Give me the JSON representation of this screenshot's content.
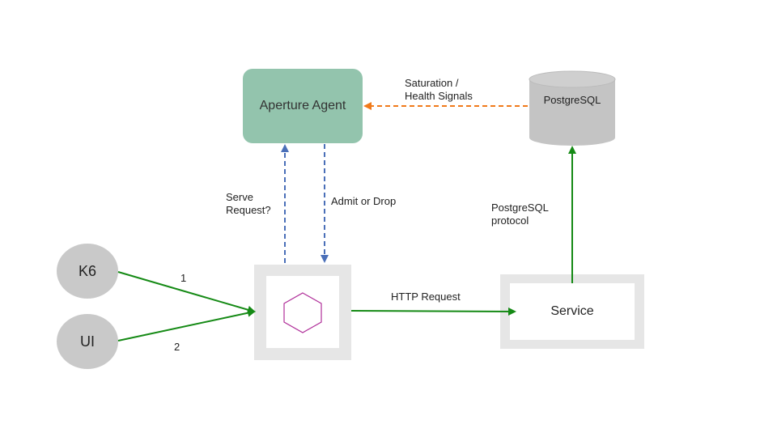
{
  "nodes": {
    "agent": {
      "label": "Aperture Agent"
    },
    "postgres": {
      "label": "PostgreSQL"
    },
    "k6": {
      "label": "K6"
    },
    "ui": {
      "label": "UI"
    },
    "proxy": {
      "label": ""
    },
    "service": {
      "label": "Service"
    }
  },
  "edges": {
    "saturation": {
      "line1": "Saturation /",
      "line2": "Health Signals"
    },
    "serve_request": {
      "line1": "Serve",
      "line2": "Request?"
    },
    "admit_drop": {
      "label": "Admit or Drop"
    },
    "postgres_protocol": {
      "line1": "PostgreSQL",
      "line2": "protocol"
    },
    "k6_edge": {
      "label": "1"
    },
    "ui_edge": {
      "label": "2"
    },
    "http_request": {
      "label": "HTTP Request"
    }
  },
  "colors": {
    "agent_fill": "#93c4ad",
    "db_fill": "#c4c4c4",
    "client_fill": "#c9c9c9",
    "frame_fill": "#e6e6e6",
    "green_arrow": "#158a15",
    "blue_dashed": "#4a6fb8",
    "orange_dashed": "#f07a1a",
    "hexagon": "#b0309a"
  },
  "icons": {
    "proxy": "hexagon-icon"
  }
}
